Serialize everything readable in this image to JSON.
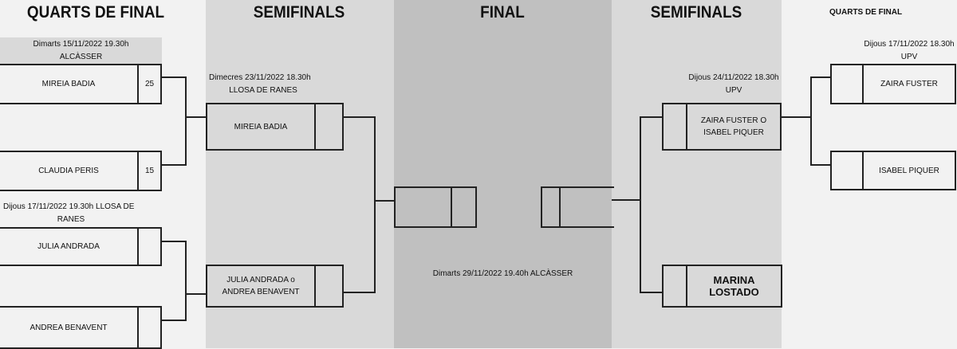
{
  "headers": {
    "left_quarters": "QUARTS DE FINAL",
    "left_semis": "SEMIFINALS",
    "final": "FINAL",
    "right_semis": "SEMIFINALS",
    "right_quarters": "QUARTS DE FINAL"
  },
  "left_quarters": {
    "match1": {
      "date": "Dimarts 15/11/2022 19.30h",
      "venue": "ALCÀSSER",
      "team1": {
        "name": "MIREIA BADIA",
        "score": "25"
      },
      "team2": {
        "name": "CLAUDIA PERIS",
        "score": "15"
      }
    },
    "match2": {
      "date": "Dijous 17/11/2022 19.30h LLOSA DE",
      "venue": "RANES",
      "team1": {
        "name": "JULIA ANDRADA",
        "score": ""
      },
      "team2": {
        "name": "ANDREA BENAVENT",
        "score": ""
      }
    }
  },
  "left_semis": {
    "date": "Dimecres 23/11/2022 18.30h",
    "venue": "LLOSA DE RANES",
    "team1": {
      "name": "MIREIA BADIA"
    },
    "team2": {
      "name": "JULIA ANDRADA o ANDREA BENAVENT"
    }
  },
  "final": {
    "date": "Dimarts 29/11/2022 19.40h ALCÀSSER"
  },
  "right_semis": {
    "date": "Dijous 24/11/2022 18.30h",
    "venue": "UPV",
    "team1": {
      "name": "ZAIRA FUSTER O ISABEL PIQUER"
    },
    "team2": {
      "name": "MARINA LOSTADO"
    }
  },
  "right_quarters": {
    "date": "Dijous 17/11/2022 18.30h",
    "venue": "UPV",
    "team1": {
      "name": "ZAIRA FUSTER"
    },
    "team2": {
      "name": "ISABEL PIQUER"
    }
  }
}
